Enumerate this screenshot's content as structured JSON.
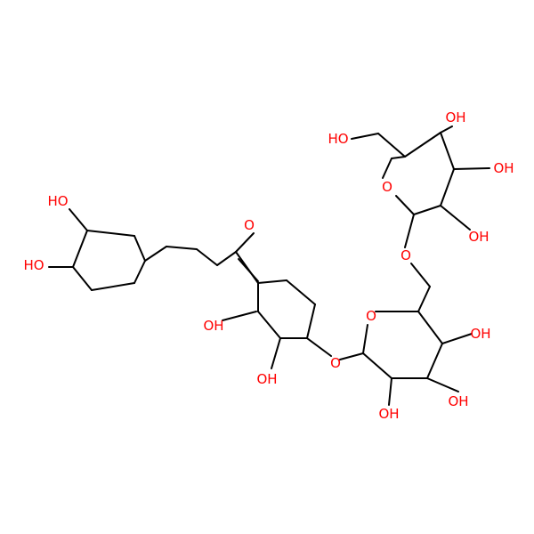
{
  "colors": {
    "bond": "#000000",
    "oxygen": "#ff0000",
    "background": "#ffffff"
  },
  "atom_labels": {
    "oh_caffeoyl_top": "HO",
    "oh_caffeoyl_bottom": "HO",
    "ketone_o": "O",
    "oh_ring_2": "OH",
    "oh_ring_3": "OH",
    "glycosidic_o_1": "O",
    "ring_o_glc1": "O",
    "oh_glc1_3": "OH",
    "oh_glc1_4": "OH",
    "oh_glc1_2": "OH",
    "linker_o": "O",
    "ring_o_glc2": "O",
    "hoch2_glc2": "HO",
    "oh_glc2_4": "OH",
    "oh_glc2_3": "OH",
    "oh_glc2_2": "OH"
  }
}
